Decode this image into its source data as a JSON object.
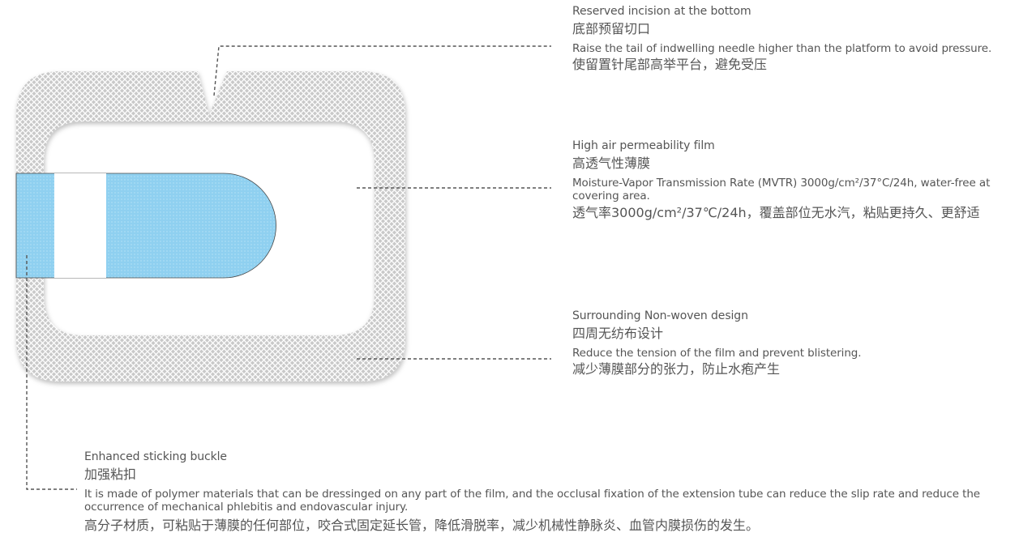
{
  "annotations": {
    "incision": {
      "title_en": "Reserved incision at the bottom",
      "title_zh": "底部预留切口",
      "desc_en": "Raise the tail of indwelling needle higher than the platform to avoid pressure.",
      "desc_zh": "使留置针尾部高举平台，避免受压"
    },
    "film": {
      "title_en": "High air permeability film",
      "title_zh": "高透气性薄膜",
      "desc_en": "Moisture-Vapor Transmission Rate (MVTR) 3000g/cm²/37°C/24h, water-free at covering area.",
      "desc_zh": "透气率3000g/cm²/37℃/24h，覆盖部位无水汽，粘贴更持久、更舒适"
    },
    "nonwoven": {
      "title_en": "Surrounding Non-woven design",
      "title_zh": "四周无纺布设计",
      "desc_en": "Reduce the tension of the film and prevent blistering.",
      "desc_zh": "减少薄膜部分的张力，防止水疱产生"
    },
    "buckle": {
      "title_en": "Enhanced sticking buckle",
      "title_zh": "加强粘扣",
      "desc_en": "It is made of polymer materials that can be dressinged on any part of the film, and the occlusal fixation of the extension tube can reduce the slip rate and reduce the occurrence of mechanical phlebitis and endovascular injury.",
      "desc_zh": "高分子材质，可粘贴于薄膜的任何部位，咬合式固定延长管，降低滑脱率，减少机械性静脉炎、血管内膜损伤的发生。"
    }
  },
  "colors": {
    "border_fabric": "#c6c6c6",
    "border_hatch": "#ffffff",
    "buckle_blue": "#8fd0f0",
    "leader_line": "#555555",
    "text": "#555555"
  }
}
